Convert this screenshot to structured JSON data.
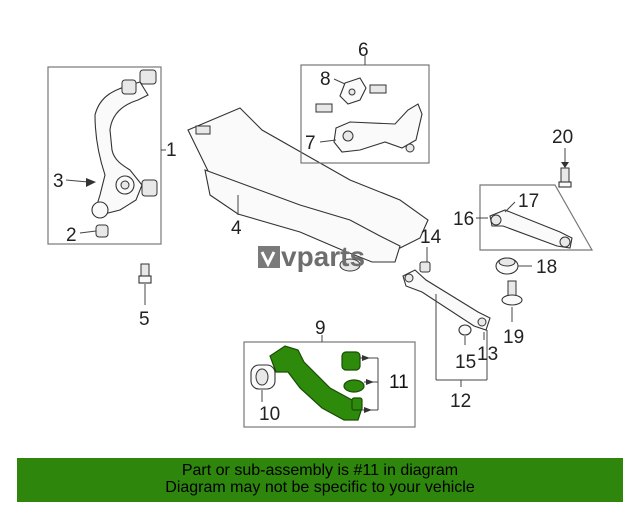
{
  "callouts": {
    "c1": "1",
    "c2": "2",
    "c3": "3",
    "c4": "4",
    "c5": "5",
    "c6": "6",
    "c7": "7",
    "c8": "8",
    "c9": "9",
    "c10": "10",
    "c11": "11",
    "c12": "12",
    "c13": "13",
    "c14": "14",
    "c15": "15",
    "c16": "16",
    "c17": "17",
    "c18": "18",
    "c19": "19",
    "c20": "20"
  },
  "watermark": "vparts",
  "banner": {
    "line1": "Part or sub-assembly is #11 in diagram",
    "line2": "Diagram may not be specific to your vehicle"
  },
  "colors": {
    "highlight": "#2e8a0a",
    "banner": "#2e860c"
  }
}
